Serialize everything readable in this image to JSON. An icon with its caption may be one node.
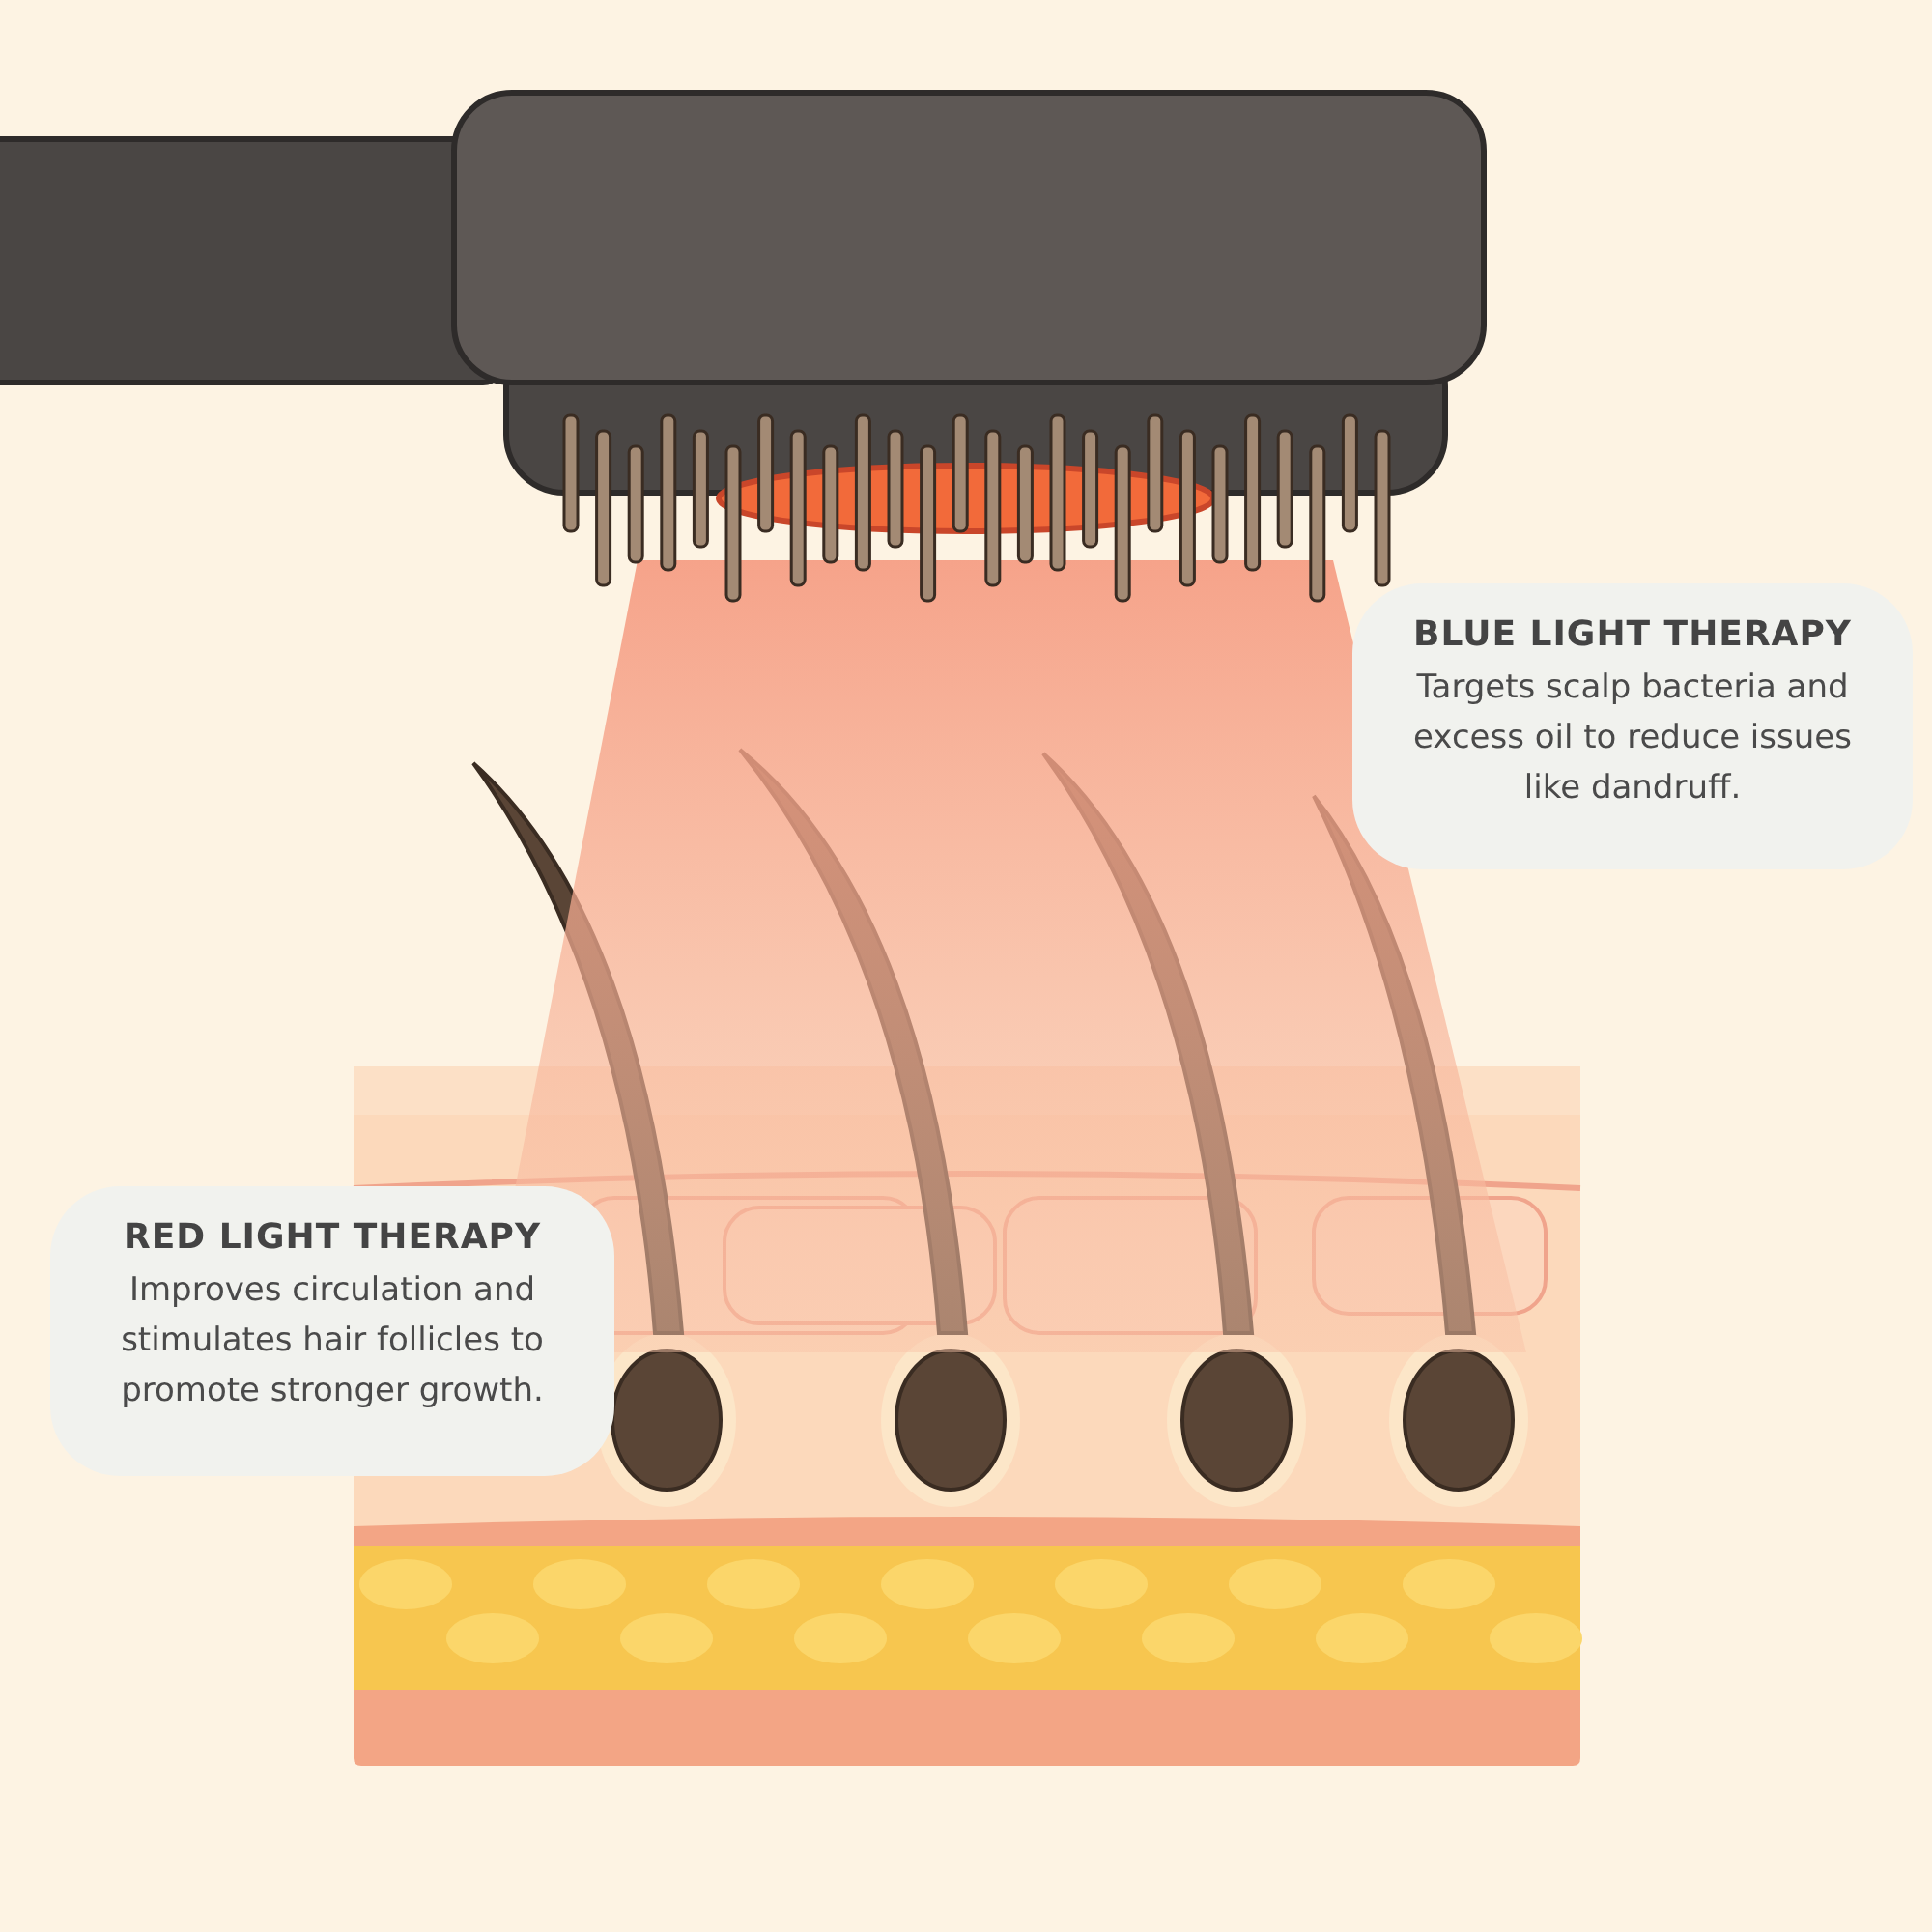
{
  "diagram": {
    "nodes": [
      {
        "text": [
          "BLUE LIGHT THERAPY",
          "Targets scalp bacteria and excess oil to reduce issues like dandruff."
        ]
      },
      {
        "text": [
          "RED LIGHT THERAPY",
          "Improves circulation and stimulates hair follicles to promote stronger growth."
        ]
      }
    ]
  }
}
